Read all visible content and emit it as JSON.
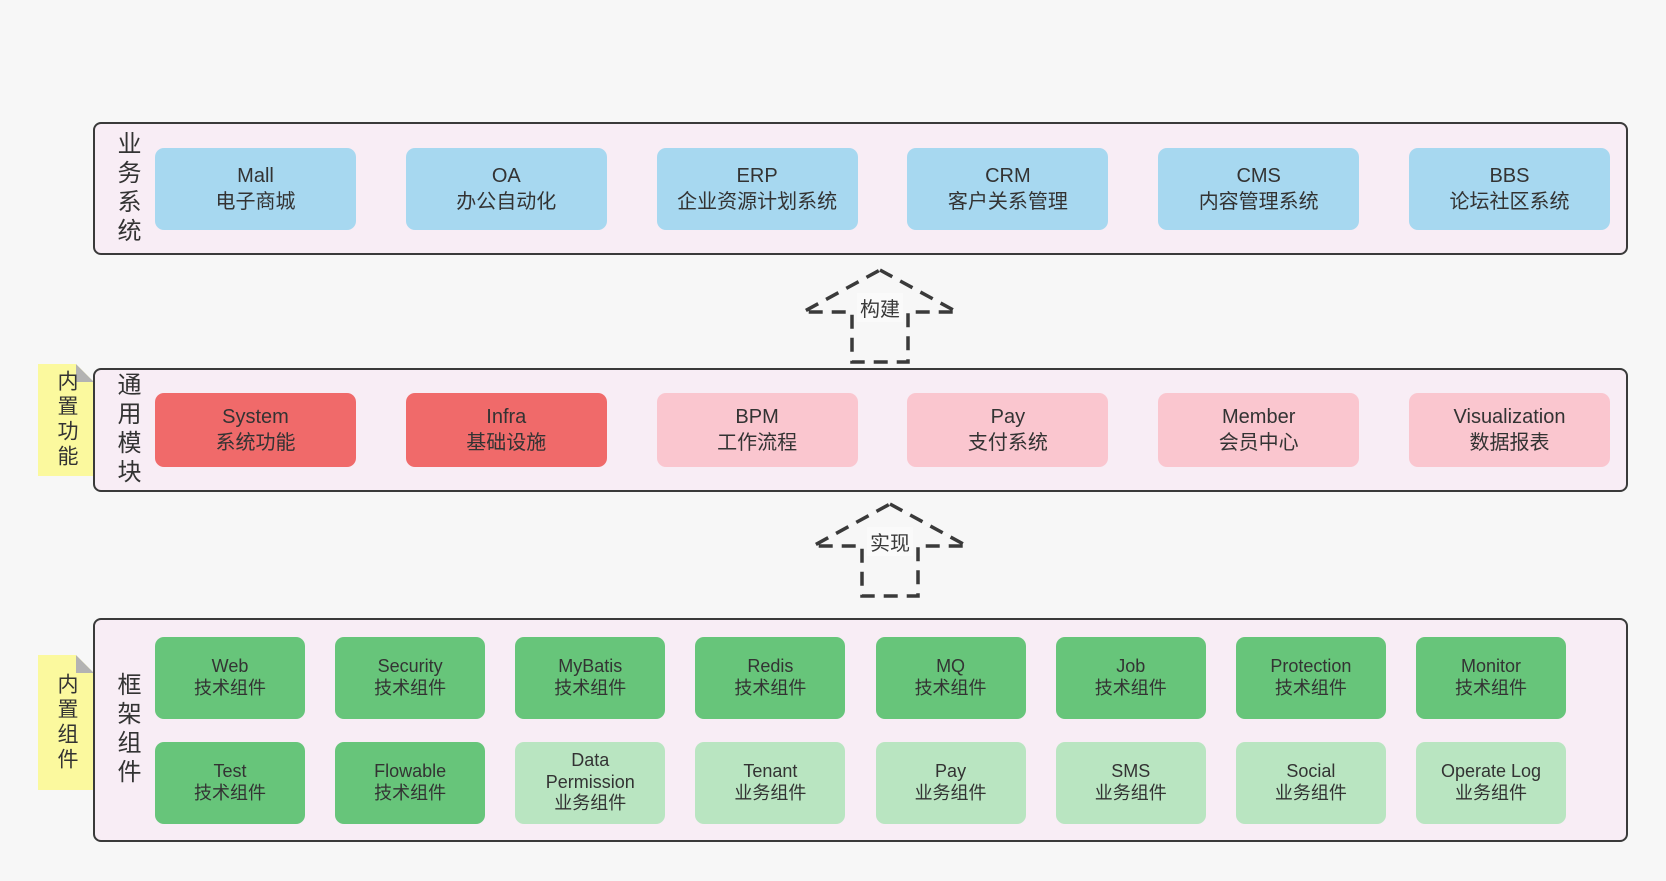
{
  "colors": {
    "page_background": "#f7f7f7",
    "band_background": "#f8edf5",
    "band_border": "#3a3a3a",
    "text": "#333333",
    "blue_box": "#a7d8f0",
    "red_box": "#f06a6a",
    "pink_box": "#fac6cf",
    "green_box": "#67c57a",
    "light_green_box": "#b9e5c1",
    "sticky_yellow": "#fbf99e",
    "sticky_fold_gray": "#b3b3b3"
  },
  "arrows": [
    {
      "label": "构建"
    },
    {
      "label": "实现"
    }
  ],
  "bands": [
    {
      "label": "业务系统",
      "boxes": [
        {
          "title": "Mall",
          "subtitle": "电子商城",
          "variant": "blue"
        },
        {
          "title": "OA",
          "subtitle": "办公自动化",
          "variant": "blue"
        },
        {
          "title": "ERP",
          "subtitle": "企业资源计划系统",
          "variant": "blue"
        },
        {
          "title": "CRM",
          "subtitle": "客户关系管理",
          "variant": "blue"
        },
        {
          "title": "CMS",
          "subtitle": "内容管理系统",
          "variant": "blue"
        },
        {
          "title": "BBS",
          "subtitle": "论坛社区系统",
          "variant": "blue"
        }
      ]
    },
    {
      "label": "通用模块",
      "sticky": "内置功能",
      "boxes": [
        {
          "title": "System",
          "subtitle": "系统功能",
          "variant": "red"
        },
        {
          "title": "Infra",
          "subtitle": "基础设施",
          "variant": "red"
        },
        {
          "title": "BPM",
          "subtitle": "工作流程",
          "variant": "pink"
        },
        {
          "title": "Pay",
          "subtitle": "支付系统",
          "variant": "pink"
        },
        {
          "title": "Member",
          "subtitle": "会员中心",
          "variant": "pink"
        },
        {
          "title": "Visualization",
          "subtitle": "数据报表",
          "variant": "pink"
        }
      ]
    },
    {
      "label": "框架组件",
      "sticky": "内置组件",
      "boxes": [
        {
          "title": "Web",
          "subtitle": "技术组件",
          "variant": "green"
        },
        {
          "title": "Security",
          "subtitle": "技术组件",
          "variant": "green"
        },
        {
          "title": "MyBatis",
          "subtitle": "技术组件",
          "variant": "green"
        },
        {
          "title": "Redis",
          "subtitle": "技术组件",
          "variant": "green"
        },
        {
          "title": "MQ",
          "subtitle": "技术组件",
          "variant": "green"
        },
        {
          "title": "Job",
          "subtitle": "技术组件",
          "variant": "green"
        },
        {
          "title": "Protection",
          "subtitle": "技术组件",
          "variant": "green"
        },
        {
          "title": "Monitor",
          "subtitle": "技术组件",
          "variant": "green"
        },
        {
          "title": "Test",
          "subtitle": "技术组件",
          "variant": "green"
        },
        {
          "title": "Flowable",
          "subtitle": "技术组件",
          "variant": "green"
        },
        {
          "title": "Data Permission",
          "subtitle": "业务组件",
          "variant": "green-light"
        },
        {
          "title": "Tenant",
          "subtitle": "业务组件",
          "variant": "green-light"
        },
        {
          "title": "Pay",
          "subtitle": "业务组件",
          "variant": "green-light"
        },
        {
          "title": "SMS",
          "subtitle": "业务组件",
          "variant": "green-light"
        },
        {
          "title": "Social",
          "subtitle": "业务组件",
          "variant": "green-light"
        },
        {
          "title": "Operate Log",
          "subtitle": "业务组件",
          "variant": "green-light"
        }
      ]
    }
  ]
}
